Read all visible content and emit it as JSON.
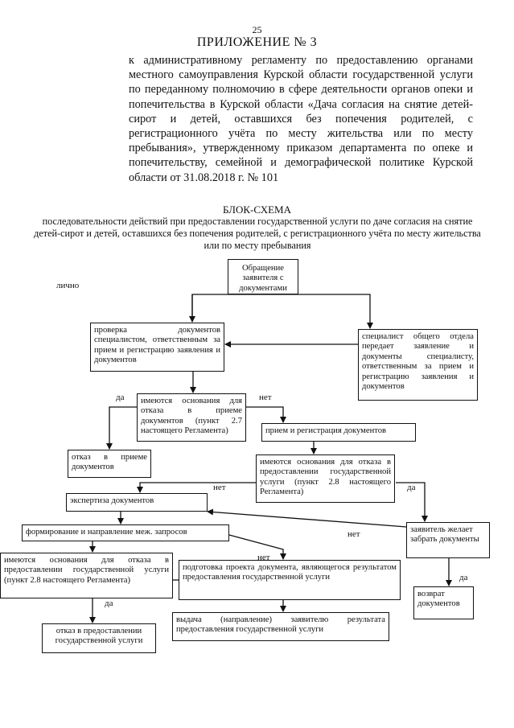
{
  "page_number": "25",
  "appendix": {
    "title": "ПРИЛОЖЕНИЕ № 3",
    "text": "к административному регламенту по предоставлению органами местного самоуправления Курской области государственной услуги по переданному полномочию в сфере деятельности органов опеки и попечительства в Курской области «Дача согласия на снятие детей-сирот и детей, оставшихся без попечения родителей, с регистрационного учёта по месту жительства или по месту пребывания», утвержденному приказом департамента по опеке и попечительству, семейной и демографической политике Курской области от 31.08.2018 г. № 101"
  },
  "flowchart": {
    "title": "БЛОК-СХЕМА",
    "subtitle": "последовательности действий при предоставлении государственной услуги по даче согласия на снятие детей-сирот и детей, оставшихся без попечения родителей, с регистрационного учёта по месту жительства или по месту пребывания",
    "nodes": {
      "request": "Обращение заявителя с документами",
      "check": "проверка документов специалистом, ответственным за прием и регистрацию заявления и документов",
      "general_dept": "специалист общего отдела передает заявление и документы специалисту, ответственным за прием и регистрацию заявления и документов",
      "grounds_refusal_intake": "имеются основания для отказа в приеме документов (пункт 2.7 настоящего Регламента)",
      "refusal_intake": "отказ в приеме документов",
      "reception": "прием и регистрация документов",
      "grounds_refusal_service": "имеются основания для отказа в предоставлении государственной услуги (пункт 2.8 настоящего Регламента)",
      "expertise": "экспертиза документов",
      "requests": "формирование и направление меж. запросов",
      "applicant_withdraw": "заявитель желает забрать документы",
      "grounds_refusal_service_2": "имеются основания для отказа в предоставлении государственной услуги (пункт 2.8 настоящего Регламента)",
      "draft": "подготовка проекта документа, являющегося результатом предоставления государственной услуги",
      "return_docs": "возврат документов",
      "refusal_service": "отказ в предоставлении государственной услуги",
      "issue": "выдача (направление) заявителю результата предоставления государственной услуги"
    },
    "labels": {
      "in_person": "лично",
      "yes_1": "да",
      "no_1": "нет",
      "no_2": "нет",
      "yes_2": "да",
      "no_3": "нет",
      "no_4": "нет",
      "yes_3": "да",
      "yes_4": "да"
    }
  }
}
